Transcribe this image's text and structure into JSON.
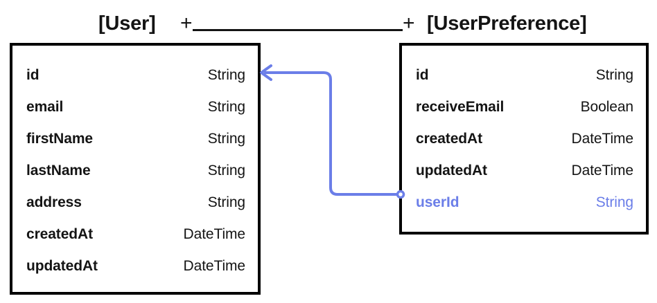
{
  "diagram": {
    "type": "entity-relationship-diagram",
    "accent_color": "#6B7EE8",
    "line_color": "#141414",
    "relationship": {
      "left_marker": "+",
      "right_marker": "+",
      "notation": "one-to-one"
    }
  },
  "entities": [
    {
      "title": "[User]",
      "name": "User",
      "fields": [
        {
          "name": "id",
          "type": "String",
          "foreign_key": false
        },
        {
          "name": "email",
          "type": "String",
          "foreign_key": false
        },
        {
          "name": "firstName",
          "type": "String",
          "foreign_key": false
        },
        {
          "name": "lastName",
          "type": "String",
          "foreign_key": false
        },
        {
          "name": "address",
          "type": "String",
          "foreign_key": false
        },
        {
          "name": "createdAt",
          "type": "DateTime",
          "foreign_key": false
        },
        {
          "name": "updatedAt",
          "type": "DateTime",
          "foreign_key": false
        }
      ]
    },
    {
      "title": "[UserPreference]",
      "name": "UserPreference",
      "fields": [
        {
          "name": "id",
          "type": "String",
          "foreign_key": false
        },
        {
          "name": "receiveEmail",
          "type": "Boolean",
          "foreign_key": false
        },
        {
          "name": "createdAt",
          "type": "DateTime",
          "foreign_key": false
        },
        {
          "name": "updatedAt",
          "type": "DateTime",
          "foreign_key": false
        },
        {
          "name": "userId",
          "type": "String",
          "foreign_key": true
        }
      ]
    }
  ]
}
